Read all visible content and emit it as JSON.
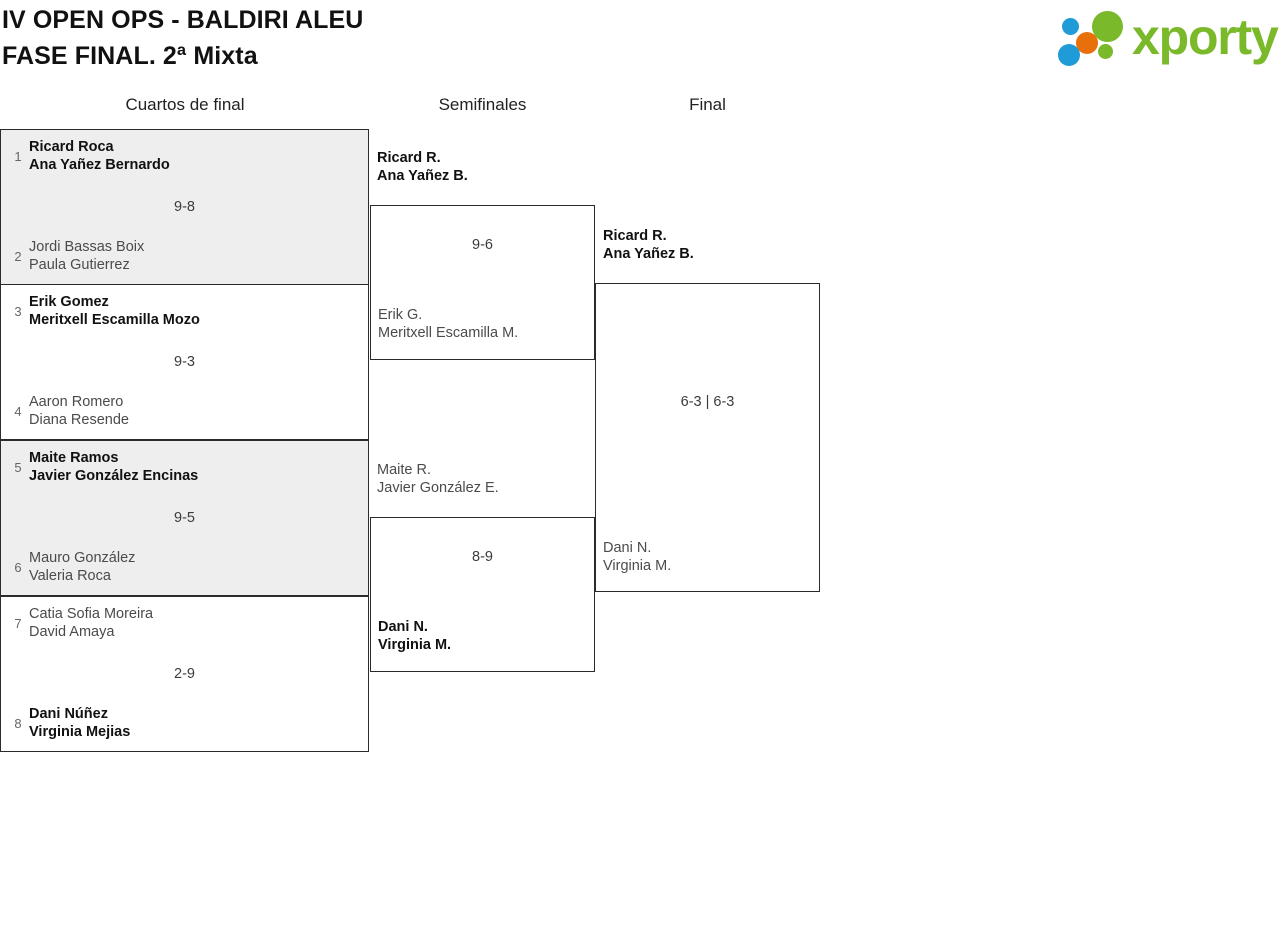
{
  "header": {
    "title_line1": "IV OPEN OPS - BALDIRI ALEU",
    "title_line2": "FASE FINAL. 2ª Mixta",
    "logo_word": "xporty",
    "logo_colors": {
      "green": "#7ab929",
      "blue": "#1f9cd8",
      "orange": "#e8700a"
    }
  },
  "rounds": [
    {
      "key": "quarterfinals",
      "label": "Cuartos de final"
    },
    {
      "key": "semifinals",
      "label": "Semifinales"
    },
    {
      "key": "final",
      "label": "Final"
    }
  ],
  "quarterfinals": [
    {
      "score": "9-8",
      "top": {
        "seed": "1",
        "player1": "Ricard Roca",
        "player2": "Ana Yañez Bernardo",
        "result": "winner"
      },
      "bottom": {
        "seed": "2",
        "player1": "Jordi Bassas Boix",
        "player2": "Paula Gutierrez",
        "result": "loser"
      }
    },
    {
      "score": "9-3",
      "top": {
        "seed": "3",
        "player1": "Erik Gomez",
        "player2": "Meritxell Escamilla Mozo",
        "result": "winner"
      },
      "bottom": {
        "seed": "4",
        "player1": "Aaron Romero",
        "player2": "Diana Resende",
        "result": "loser"
      }
    },
    {
      "score": "9-5",
      "top": {
        "seed": "5",
        "player1": "Maite Ramos",
        "player2": "Javier González Encinas",
        "result": "winner"
      },
      "bottom": {
        "seed": "6",
        "player1": "Mauro González",
        "player2": "Valeria Roca",
        "result": "loser"
      }
    },
    {
      "score": "2-9",
      "top": {
        "seed": "7",
        "player1": "Catia Sofia Moreira",
        "player2": "David Amaya",
        "result": "loser"
      },
      "bottom": {
        "seed": "8",
        "player1": "Dani Núñez",
        "player2": "Virginia Mejias",
        "result": "winner"
      }
    }
  ],
  "semifinals": [
    {
      "score": "9-6",
      "top": {
        "player1": "Ricard R.",
        "player2": "Ana Yañez B.",
        "result": "winner"
      },
      "bottom": {
        "player1": "Erik G.",
        "player2": "Meritxell Escamilla M.",
        "result": "loser"
      }
    },
    {
      "score": "8-9",
      "top": {
        "player1": "Maite R.",
        "player2": "Javier González E.",
        "result": "loser"
      },
      "bottom": {
        "player1": "Dani N.",
        "player2": "Virginia M.",
        "result": "winner"
      }
    }
  ],
  "final": {
    "score": "6-3 | 6-3",
    "top": {
      "player1": "Ricard R.",
      "player2": "Ana Yañez B.",
      "result": "winner"
    },
    "bottom": {
      "player1": "Dani N.",
      "player2": "Virginia M.",
      "result": "loser"
    }
  }
}
